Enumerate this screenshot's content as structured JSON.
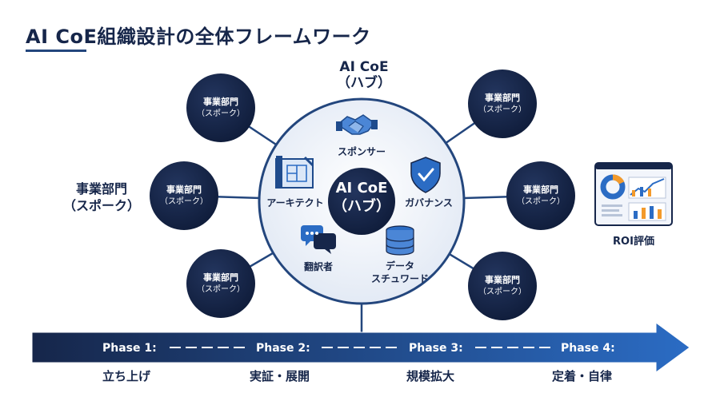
{
  "title": "AI CoE組織設計の全体フレームワーク",
  "hub": {
    "title": "AI CoE",
    "subtitle": "（ハブ）",
    "center_line1": "AI CoE",
    "center_line2": "（ハブ）"
  },
  "spoke_label": {
    "line1": "事業部門",
    "line2": "（スポーク）"
  },
  "spoke_node": {
    "line1": "事業部門",
    "line2": "（スポーク）"
  },
  "roles": {
    "sponsor": "スポンサー",
    "architect": "アーキテクト",
    "governance": "ガバナンス",
    "translator": "翻訳者",
    "steward_line1": "データ",
    "steward_line2": "スチュワード"
  },
  "roi": "ROI評価",
  "phases": [
    {
      "label": "Phase 1:",
      "name": "立ち上げ"
    },
    {
      "label": "Phase 2:",
      "name": "実証・展開"
    },
    {
      "label": "Phase 3:",
      "name": "規模拡大"
    },
    {
      "label": "Phase 4:",
      "name": "定着・自律"
    }
  ],
  "colors": {
    "navy": "#16264a",
    "accent": "#23467d",
    "arrow": "#1f4b8c"
  }
}
